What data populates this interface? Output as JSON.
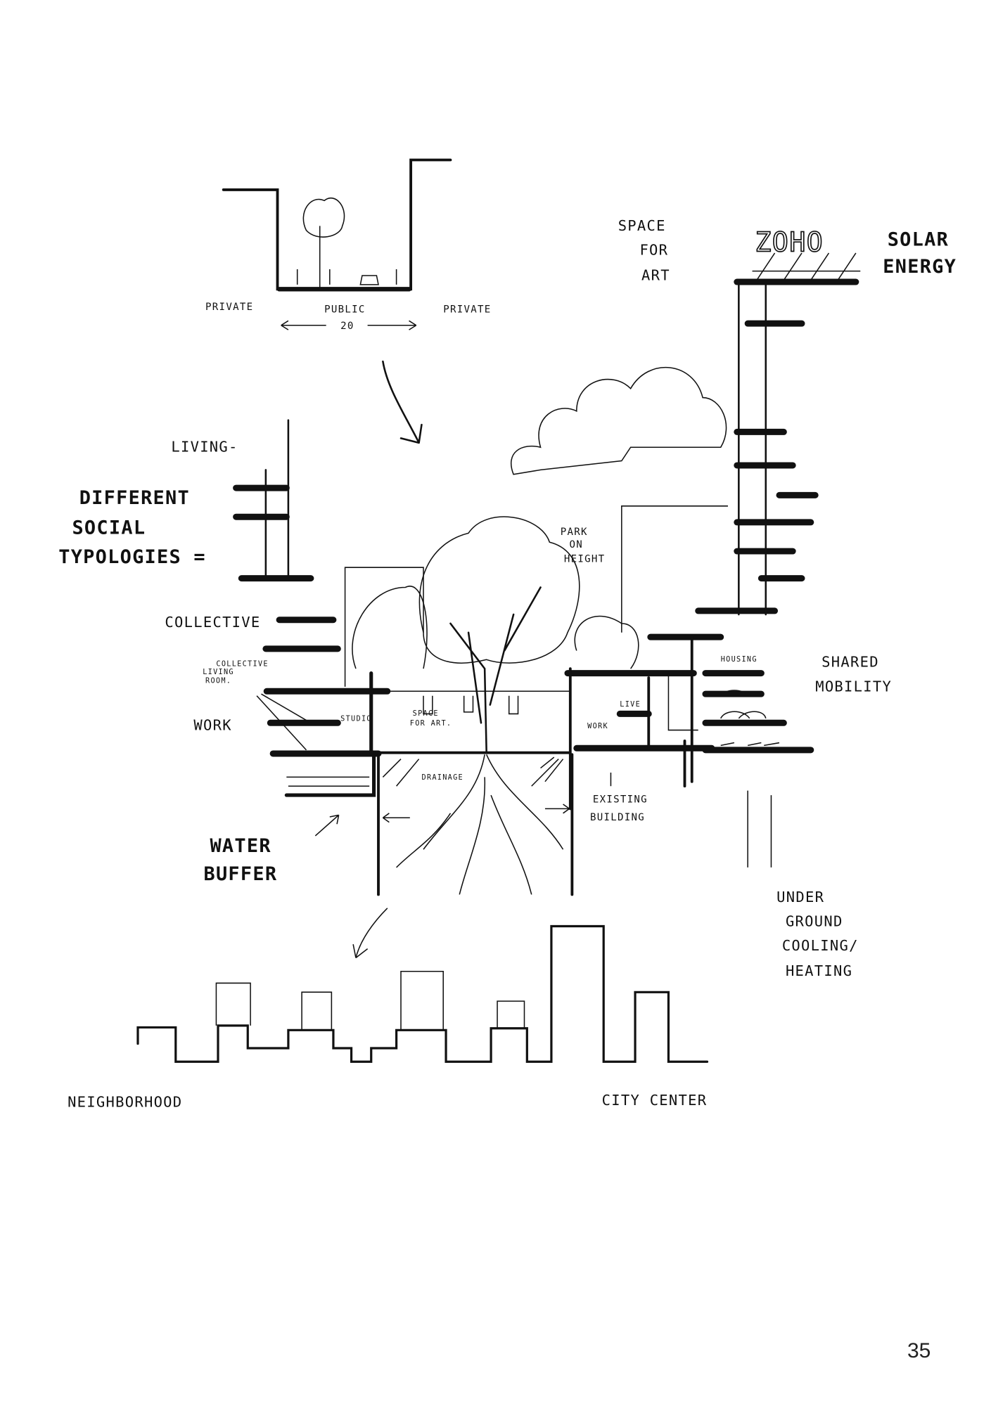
{
  "page_number": "35",
  "top_section": {
    "left_label": "PRIVATE",
    "center_label": "PUBLIC",
    "width_label": "20",
    "right_label": "PRIVATE"
  },
  "labels": {
    "space_for_art_top": [
      "SPACE",
      "FOR",
      "ART"
    ],
    "zoho_sign": "ZOHO",
    "solar_energy": [
      "SOLAR",
      "ENERGY"
    ],
    "living": "LIVING-",
    "different_social_typologies": [
      "DIFFERENT",
      "SOCIAL",
      "TYPOLOGIES ="
    ],
    "collective": "COLLECTIVE",
    "collective_living_room": [
      "COLLECTIVE",
      "LIVING",
      "ROOM."
    ],
    "work_left": "WORK",
    "studio": "STUDIO",
    "space_for_art_center": [
      "SPACE",
      "FOR ART."
    ],
    "drainage": "DRAINAGE",
    "park_on_height": [
      "PARK",
      "ON",
      "HEIGHT"
    ],
    "housing": "HOUSING",
    "live": "LIVE",
    "work_right": "WORK",
    "existing_building": [
      "EXISTING",
      "BUILDING"
    ],
    "shared_mobility": [
      "SHARED",
      "MOBILITY"
    ],
    "water_buffer": [
      "WATER",
      "BUFFER"
    ],
    "underground": [
      "UNDER",
      "GROUND",
      "COOLING/",
      "HEATING"
    ],
    "neighborhood": "NEIGHBORHOOD",
    "city_center": "CITY CENTER"
  }
}
